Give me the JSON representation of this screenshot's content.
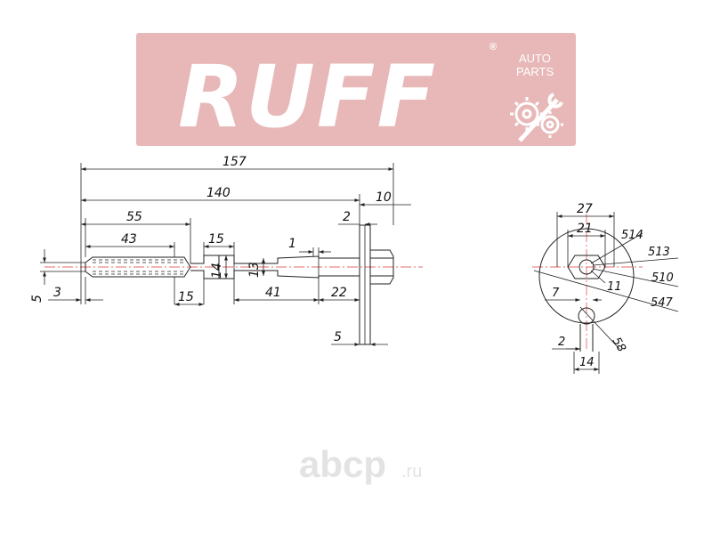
{
  "logo": {
    "brand": "RUFF",
    "registered": "®",
    "sub_line1": "AUTO",
    "sub_line2": "PARTS",
    "bg_color": "#e8b8b8"
  },
  "side_view": {
    "dims": {
      "overall": "157",
      "body_length": "140",
      "flange_offset": "10",
      "flange_step": "2",
      "spline_length": "55",
      "spline_inner": "43",
      "collar_width": "15",
      "collar_diameter": "14",
      "tip_step": "1",
      "shaft_diameter": "13",
      "left_height": "5",
      "left_offset": "3",
      "lower_collar": "15",
      "shaft_length": "41",
      "near_flange": "22",
      "flange_thickness": "5"
    }
  },
  "end_view": {
    "dims": {
      "width_27": "27",
      "width_21": "21",
      "d514": "514",
      "d513": "513",
      "d510": "510",
      "d11": "11",
      "d7": "7",
      "d547": "547",
      "d58": "58",
      "d2": "2",
      "d14": "14"
    }
  },
  "watermark": {
    "text": "abcp",
    "suffix": ".ru"
  }
}
